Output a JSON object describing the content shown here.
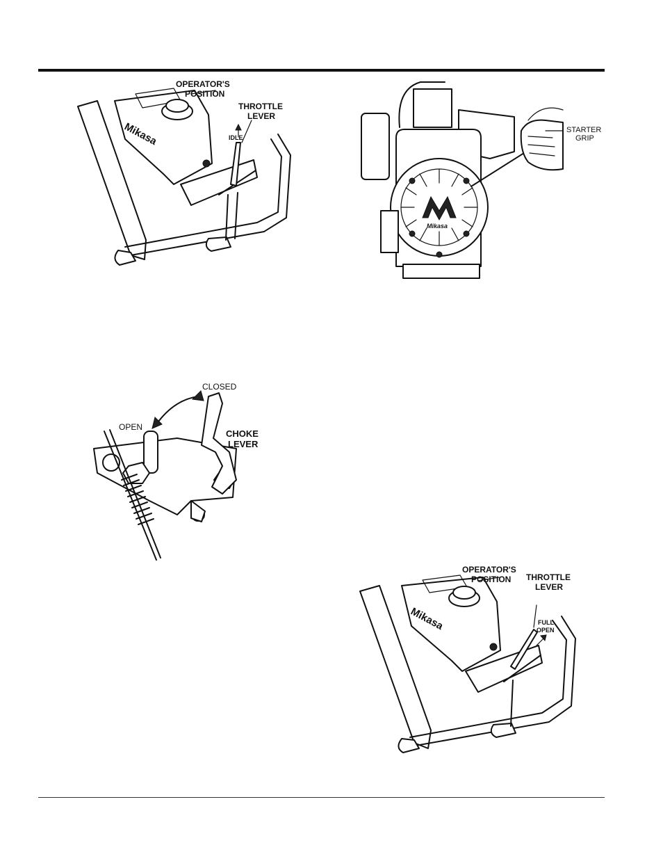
{
  "figure_top_left": {
    "logo": "Mikasa",
    "label_operator_line1": "OPERATOR'S",
    "label_operator_line2": "POSITION",
    "label_throttle_line1": "THROTTLE",
    "label_throttle_line2": "LEVER",
    "label_idle": "IDLE"
  },
  "figure_top_right": {
    "logo": "Mikasa",
    "label_starter_line1": "STARTER",
    "label_starter_line2": "GRIP"
  },
  "figure_choke": {
    "label_closed": "CLOSED",
    "label_open": "OPEN",
    "label_choke_line1": "CHOKE",
    "label_choke_line2": "LEVER"
  },
  "figure_bottom_right": {
    "logo": "Mikasa",
    "label_operator_line1": "OPERATOR'S",
    "label_operator_line2": "POSITION",
    "label_throttle_line1": "THROTTLE",
    "label_throttle_line2": "LEVER",
    "label_full_line1": "FULL",
    "label_full_line2": "OPEN"
  }
}
